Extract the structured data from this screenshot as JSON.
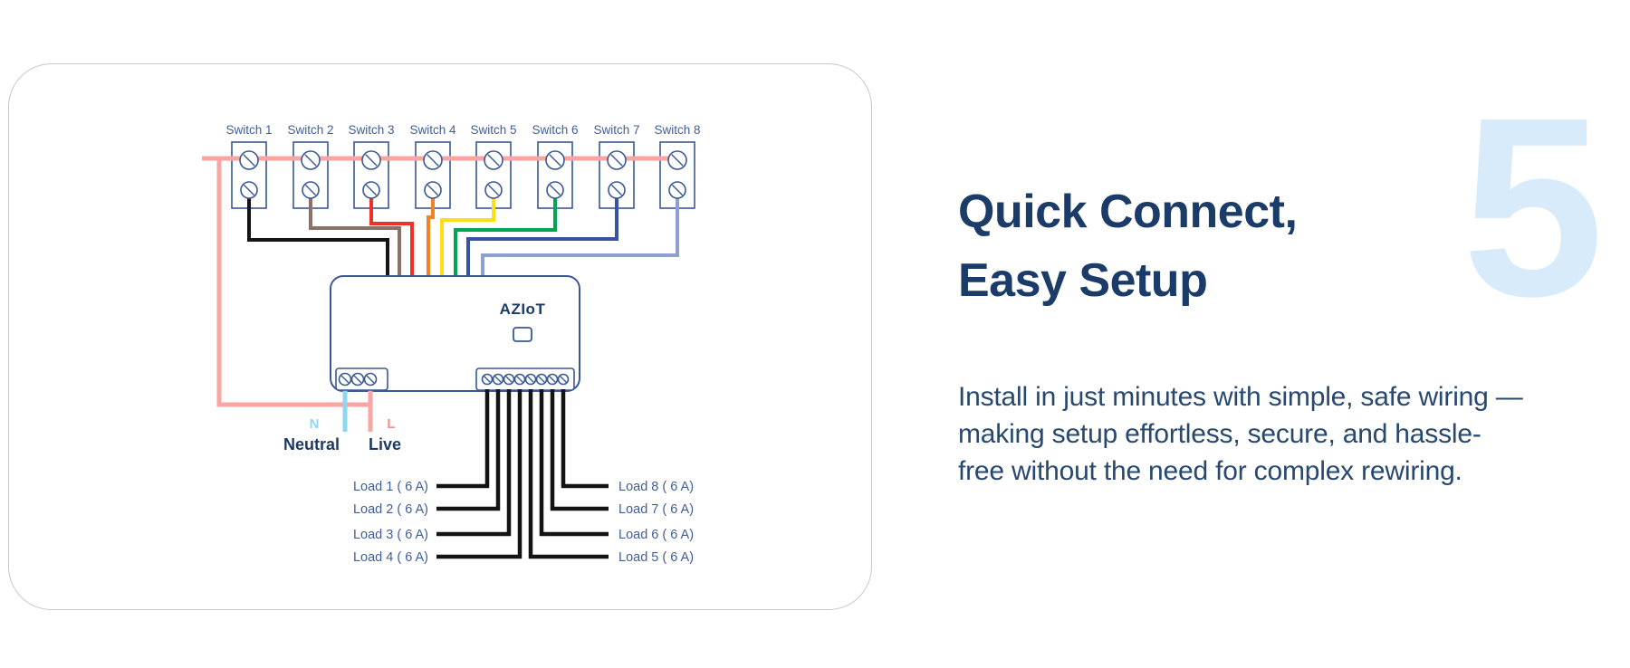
{
  "card": {
    "switches": [
      {
        "label": "Switch 1",
        "wire_color": "#141414"
      },
      {
        "label": "Switch 2",
        "wire_color": "#8c7266"
      },
      {
        "label": "Switch 3",
        "wire_color": "#ee3124"
      },
      {
        "label": "Switch 4",
        "wire_color": "#f58220"
      },
      {
        "label": "Switch 5",
        "wire_color": "#ffde17"
      },
      {
        "label": "Switch 6",
        "wire_color": "#00a651"
      },
      {
        "label": "Switch 7",
        "wire_color": "#3953a4"
      },
      {
        "label": "Switch 8",
        "wire_color": "#8e9fd3"
      }
    ],
    "power": {
      "neutral_short": "N",
      "live_short": "L",
      "neutral_label": "Neutral",
      "live_label": "Live",
      "neutral_color": "#8ed6f2",
      "live_color": "#f7a6a2",
      "live_letter_color": "#f48b8b"
    },
    "device": {
      "brand": "AZIoT"
    },
    "loads_left": [
      "Load 1 ( 6 A)",
      "Load 2 ( 6 A)",
      "Load 3 ( 6 A)",
      "Load 4 ( 6 A)"
    ],
    "loads_right": [
      "Load 8 ( 6 A)",
      "Load 7 ( 6 A)",
      "Load 6 ( 6 A)",
      "Load 5 ( 6 A)"
    ],
    "load_wire_color": "#141414",
    "outline_color": "#3a5894"
  },
  "content": {
    "step_number": "5",
    "heading_line1": "Quick Connect,",
    "heading_line2": "Easy Setup",
    "body_lines": [
      "Install in just minutes with simple, safe wiring —",
      "making setup effortless, secure, and hassle-",
      "free without the need for complex rewiring."
    ],
    "heading_color": "#1b3c69",
    "step_color": "#d8ebfa"
  }
}
